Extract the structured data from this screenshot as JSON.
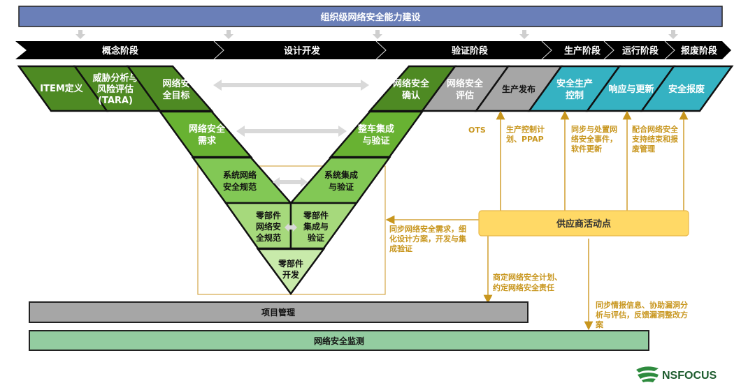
{
  "header": {
    "title": "组织级网络安全能力建设"
  },
  "stages": [
    "概念阶段",
    "设计开发",
    "验证阶段",
    "生产阶段",
    "运行阶段",
    "报废阶段"
  ],
  "v_left": {
    "item": [
      "ITEM定义"
    ],
    "tara": [
      "威胁分析与",
      "风险评估",
      "(TARA)"
    ],
    "goal": [
      "网络安",
      "全目标"
    ],
    "req": [
      "网络安全",
      "需求"
    ],
    "sys_spec": [
      "系统网络",
      "安全规范"
    ],
    "comp_spec": [
      "零部件",
      "网络安",
      "全规范"
    ]
  },
  "v_bottom": [
    "零部件",
    "开发"
  ],
  "v_right": {
    "confirm": [
      "网络安全",
      "确认"
    ],
    "vehicle": [
      "整车集成",
      "与验证"
    ],
    "sys_int": [
      "系统集成",
      "与验证"
    ],
    "comp_int": [
      "零部件",
      "集成与",
      "验证"
    ]
  },
  "post": {
    "assess": [
      "网络安全",
      "评估"
    ],
    "release": [
      "生产发布"
    ],
    "prod_ctrl": [
      "安全生产",
      "控制"
    ],
    "response": [
      "响应与更新"
    ],
    "scrap": [
      "安全报废"
    ]
  },
  "supplier": {
    "label": "供应商活动点",
    "ots": "OTS",
    "ppap": [
      "生产控制计",
      "划、PPAP"
    ],
    "incident": [
      "同步与处置网",
      "络安全事件，",
      "软件更新"
    ],
    "eol": [
      "配合网络安全",
      "支持结束和报",
      "废管理"
    ],
    "design": [
      "同步网络安全需求，细",
      "化设计方案，开发与集",
      "成验证"
    ],
    "plan": [
      "商定网络安全计划、",
      "约定网络安全责任"
    ],
    "intel": [
      "同步情报信息、协助漏洞分",
      "析与评估，反馈漏洞整改方",
      "案"
    ]
  },
  "bars": {
    "pm": "项目管理",
    "monitor": "网络安全监测"
  },
  "logo": {
    "text": "NSFOCUS"
  },
  "colors": {
    "header": "#6a7fb8",
    "green_dark": "#4e8a23",
    "green_mid": "#68b232",
    "green_light": "#82c855",
    "green_pale": "#a6d97c",
    "green_palest": "#c8eaaa",
    "gray": "#a6a6a6",
    "teal": "#35b2c2",
    "supplier": "#ffd966",
    "orange": "#c8961e",
    "monitor": "#93cca0"
  }
}
